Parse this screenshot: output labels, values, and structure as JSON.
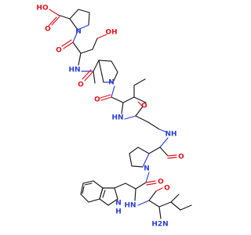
{
  "molecule": {
    "labels": {
      "carboxylic_acid": "HO",
      "acid_carbonyl_o": "O",
      "ser_hydroxyl": "OH",
      "pro1_n": "N",
      "ser_carbonyl_o": "O",
      "amide1_nh": "HN",
      "pro2_carbonyl_o": "O",
      "pro2_n": "N",
      "ile_carbonyl_o": "O",
      "amide2_nh": "HN",
      "gly_carbonyl_o": "O",
      "amide3_nh": "NH",
      "pro3_carbonyl_o": "O",
      "pro3_n": "N",
      "trp_carbonyl_o": "O",
      "amide4_nh": "HN",
      "ile2_carbonyl_o": "O",
      "amine_h2n": "H2N",
      "indole_nh": "H",
      "indole_n": "N"
    },
    "colors": {
      "carbon": "#1a1a1a",
      "oxygen": "#e0121c",
      "nitrogen": "#2a3fd6"
    }
  }
}
